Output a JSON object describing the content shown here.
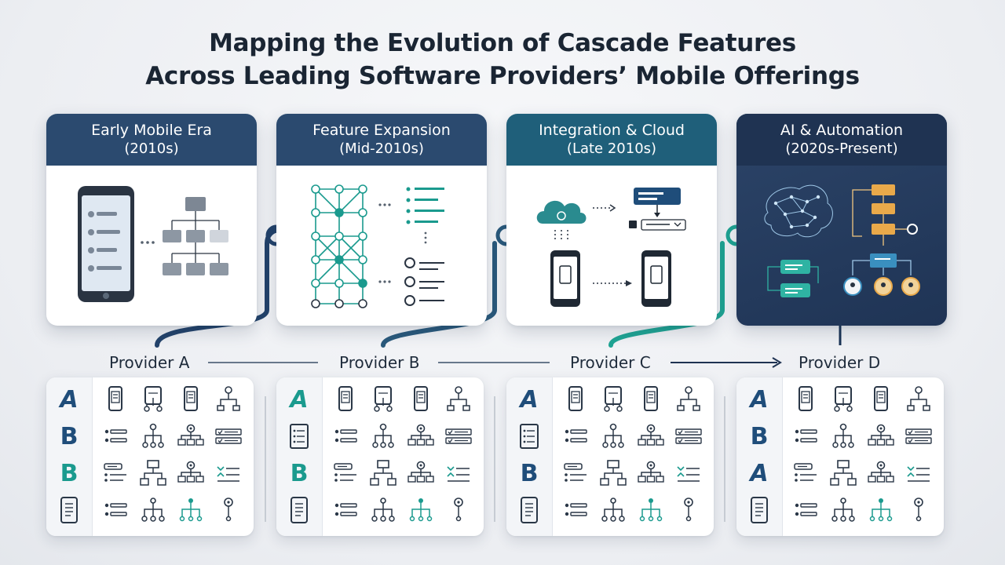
{
  "title": {
    "line1": "Mapping the Evolution of Cascade Features",
    "line2": "Across Leading Software Providers’ Mobile Offerings"
  },
  "eras": [
    {
      "name": "Early Mobile Era",
      "period": "(2010s)",
      "color": "#2b4a6f"
    },
    {
      "name": "Feature Expansion",
      "period": "(Mid-2010s)",
      "color": "#2b4a6f"
    },
    {
      "name": "Integration & Cloud",
      "period": "(Late 2010s)",
      "color": "#1f5f7a"
    },
    {
      "name": "AI & Automation",
      "period": "(2020s-Present)",
      "color": "#1f3352"
    }
  ],
  "providers": [
    {
      "label": "Provider A"
    },
    {
      "label": "Provider B"
    },
    {
      "label": "Provider C"
    },
    {
      "label": "Provider D"
    }
  ],
  "grids": [
    {
      "logos": [
        {
          "text": "A",
          "color": "#1f4d7a",
          "kind": "A"
        },
        {
          "text": "B",
          "color": "#1f4d7a",
          "kind": "B"
        },
        {
          "text": "B",
          "color": "#1a9a8e",
          "kind": "B"
        },
        {
          "text": "",
          "kind": "doc"
        }
      ]
    },
    {
      "logos": [
        {
          "text": "A",
          "color": "#1a9a8e",
          "kind": "A"
        },
        {
          "text": "",
          "kind": "list"
        },
        {
          "text": "B",
          "color": "#1a9a8e",
          "kind": "B"
        },
        {
          "text": "",
          "kind": "doc"
        }
      ]
    },
    {
      "logos": [
        {
          "text": "A",
          "color": "#1f4d7a",
          "kind": "A"
        },
        {
          "text": "",
          "kind": "list"
        },
        {
          "text": "B",
          "color": "#1f4d7a",
          "kind": "B"
        },
        {
          "text": "",
          "kind": "doc"
        }
      ]
    },
    {
      "logos": [
        {
          "text": "A",
          "color": "#1f4d7a",
          "kind": "A"
        },
        {
          "text": "B",
          "color": "#1f4d7a",
          "kind": "B"
        },
        {
          "text": "A",
          "color": "#1f4d7a",
          "kind": "A"
        },
        {
          "text": "",
          "kind": "doc"
        }
      ]
    }
  ],
  "icon_names": [
    "phone-icon",
    "device-tree-icon",
    "phone-icon",
    "node-tree-icon",
    "list-icon",
    "hierarchy-icon",
    "settings-tree-icon",
    "checklist-icon",
    "menu-icon",
    "flowchart-icon",
    "settings-tree-icon",
    "filter-list-icon",
    "list-icon",
    "small-tree-icon",
    "split-tree-icon",
    "pin-icon"
  ],
  "colors": {
    "navy": "#1f3352",
    "slate": "#2b4a6f",
    "teal": "#1a9a8e",
    "amber": "#e9a94a",
    "icon": "#2a3747"
  }
}
